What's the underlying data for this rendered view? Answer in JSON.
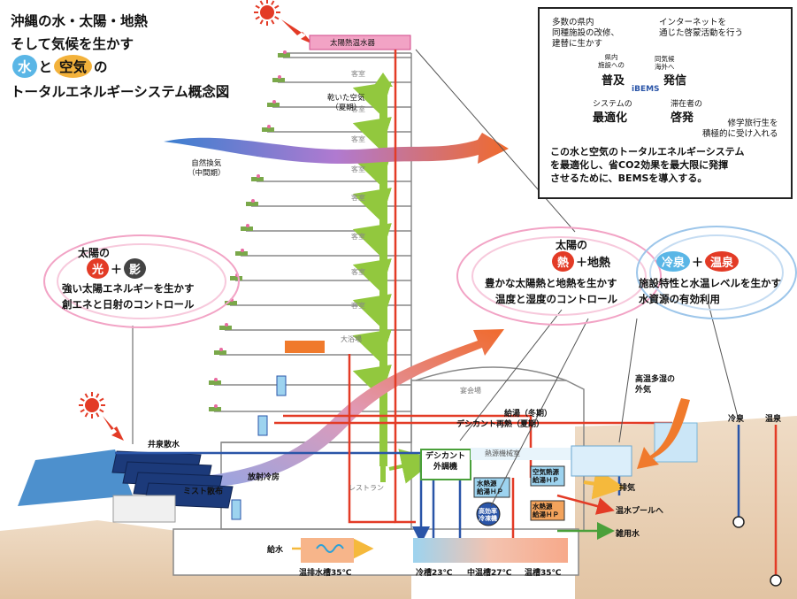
{
  "title": {
    "line1": "沖縄の水・太陽・地熱",
    "line2": "そして気候を生かす",
    "line3_water": "水",
    "line3_to": "と",
    "line3_air": "空気",
    "line3_no": "の",
    "line4": "トータルエネルギーシステム概念図"
  },
  "info_box": {
    "top_left": [
      "多数の県内",
      "同種施設の改修、",
      "建替に生かす"
    ],
    "top_right": [
      "インターネットを",
      "通じた啓蒙活動を行う"
    ],
    "spread_small": [
      "県内",
      "施設への"
    ],
    "spread": "普及",
    "send_small": [
      "同気候",
      "海外へ"
    ],
    "send": "発信",
    "bems": "iBEMS",
    "opt_small": "システムの",
    "opt": "最適化",
    "enlight_small": "滞在者の",
    "enlight": "啓発",
    "school_trip": [
      "修学旅行生を",
      "積極的に受け入れる"
    ],
    "summary": [
      "この水と空気のトータルエネルギーシステム",
      "を最適化し、省CO2効果を最大限に発揮",
      "させるために、BEMSを導入する。"
    ]
  },
  "solar_heater": "太陽熱温水器",
  "guest_room": "客室",
  "dry_air": [
    "乾いた空気",
    "（夏期）"
  ],
  "natural_vent": [
    "自然換気",
    "（中間期）"
  ],
  "big_bath": "大浴場",
  "banquet": "宴会場",
  "restaurant": "レストラン",
  "hot_water_winter": "給湯（冬期）",
  "desiccant_reheat": "デシカント再熱（夏期）",
  "hot_humid_air": [
    "高温多湿の",
    "外気"
  ],
  "desiccant_unit": [
    "デシカント",
    "外調機"
  ],
  "heat_machine_room": "熱源機械室",
  "air_hp": [
    "空気熱源",
    "給湯ＨＰ"
  ],
  "water_hp1": [
    "水熱源",
    "給湯ＨＰ"
  ],
  "water_hp2": [
    "水熱源",
    "給湯ＨＰ"
  ],
  "chiller": [
    "高効率",
    "冷凍機"
  ],
  "exhaust": "排気",
  "to_pool": "温水プールへ",
  "misc_water": "雑用水",
  "tank_cold": "冷槽23℃",
  "tank_mid": "中温槽27℃",
  "tank_hot": "温槽35℃",
  "tank_waste": "温排水槽35℃",
  "water_supply": "給水",
  "well_spray": "井泉散水",
  "mist": "ミスト散布",
  "radiant_cooling": "放射冷房",
  "cold_spring": "冷泉",
  "hot_spring": "温泉",
  "cloud_sun": {
    "head": "太陽の",
    "light": "光",
    "plus": "＋",
    "shadow": "影",
    "line1": "強い太陽エネルギーを生かす",
    "line2": "創エネと日射のコントロール"
  },
  "cloud_heat": {
    "head": "太陽の",
    "heat": "熱",
    "plus_geo": "＋地熱",
    "line1": "豊かな太陽熱と地熱を生かす",
    "line2": "温度と湿度のコントロール"
  },
  "cloud_spring": {
    "cold": "冷泉",
    "plus": "＋",
    "hot": "温泉",
    "line1": "施設特性と水温レベルを生かす",
    "line2": "水資源の有効利用"
  },
  "colors": {
    "red": "#e33b26",
    "orange": "#f07a2c",
    "blue": "#2a55a8",
    "green": "#92c83e",
    "pink": "#e8a2c6",
    "purple": "#9a7cc8",
    "light_blue": "#9dd3ef",
    "ground": "#e6cfb4"
  }
}
